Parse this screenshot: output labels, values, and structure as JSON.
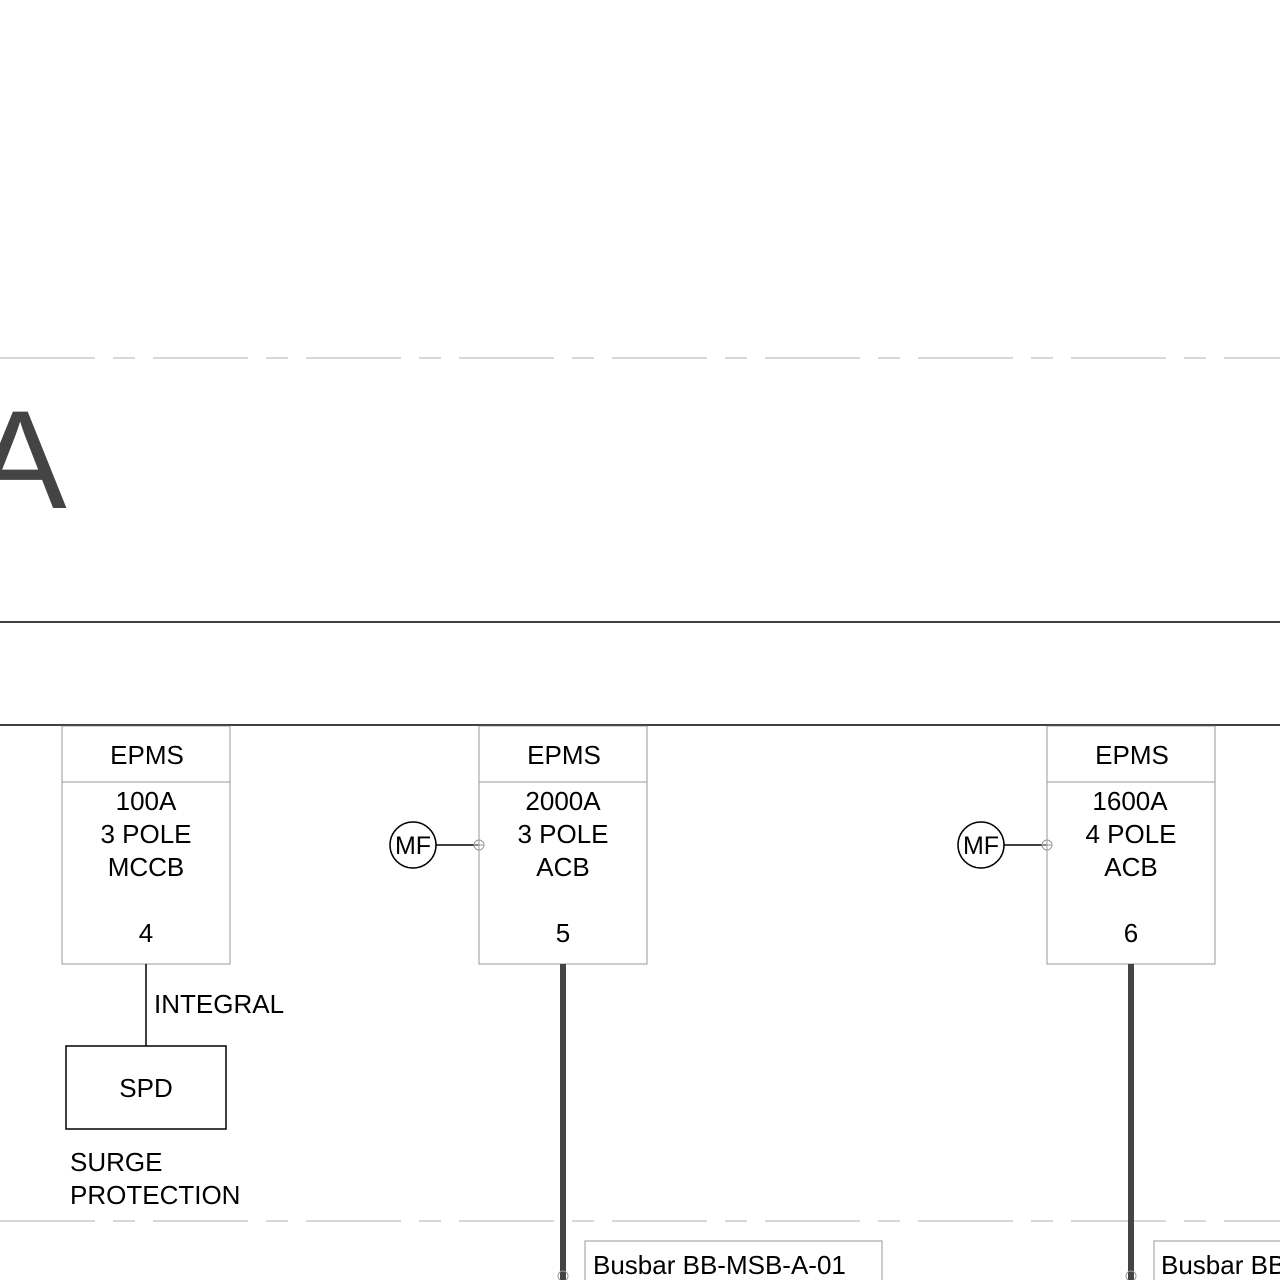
{
  "title_fragment": "A",
  "breakers": [
    {
      "meter": "EPMS",
      "rating": "100A",
      "poles": "3 POLE",
      "type": "MCCB",
      "number": "4",
      "mf": ""
    },
    {
      "meter": "EPMS",
      "rating": "2000A",
      "poles": "3 POLE",
      "type": "ACB",
      "number": "5",
      "mf": "MF"
    },
    {
      "meter": "EPMS",
      "rating": "1600A",
      "poles": "4 POLE",
      "type": "ACB",
      "number": "6",
      "mf": "MF"
    }
  ],
  "spd": {
    "connection_label": "INTEGRAL",
    "box_label": "SPD",
    "caption_line1": "SURGE",
    "caption_line2": "PROTECTION"
  },
  "busbars": [
    {
      "label": "Busbar BB-MSB-A-01"
    },
    {
      "label": "Busbar BB"
    }
  ],
  "colors": {
    "feeder": "#444444",
    "title": "#444444",
    "dash": "#cccccc",
    "box": "#999999"
  }
}
